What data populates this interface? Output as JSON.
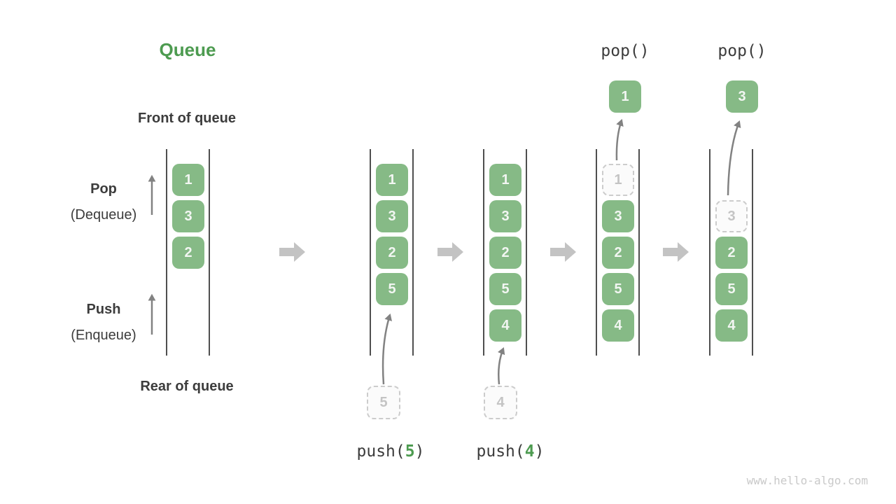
{
  "title": "Queue",
  "watermark": "www.hello-algo.com",
  "labels": {
    "front": "Front of queue",
    "rear": "Rear of queue",
    "pop_title": "Pop",
    "pop_sub": "(Dequeue)",
    "push_title": "Push",
    "push_sub": "(Enqueue)"
  },
  "colors": {
    "green_box": "#86BA86",
    "box_digit": "#F2F6F2",
    "green_text": "#4D9B50",
    "dark_text": "#3C3C3C",
    "ghost_bg": "#FBFBFB",
    "ghost_border": "#CCCCCC",
    "ghost_text": "#C4C4C4",
    "line_gray": "#4F4F4F",
    "curve_arrow": "#828282",
    "arrow_gray": "#C3C3C3",
    "watermark": "#C9C9C9"
  },
  "queues": [
    {
      "name": "state-1",
      "items": [
        {
          "v": "1"
        },
        {
          "v": "3"
        },
        {
          "v": "2"
        }
      ]
    },
    {
      "name": "state-2",
      "items": [
        {
          "v": "1"
        },
        {
          "v": "3"
        },
        {
          "v": "2"
        },
        {
          "v": "5"
        }
      ]
    },
    {
      "name": "state-3",
      "items": [
        {
          "v": "1"
        },
        {
          "v": "3"
        },
        {
          "v": "2"
        },
        {
          "v": "5"
        },
        {
          "v": "4"
        }
      ]
    },
    {
      "name": "state-4",
      "items": [
        {
          "v": "1",
          "ghost": true
        },
        {
          "v": "3"
        },
        {
          "v": "2"
        },
        {
          "v": "5"
        },
        {
          "v": "4"
        }
      ]
    },
    {
      "name": "state-5",
      "items": [
        {
          "empty": true
        },
        {
          "v": "3",
          "ghost": true
        },
        {
          "v": "2"
        },
        {
          "v": "5"
        },
        {
          "v": "4"
        }
      ]
    }
  ],
  "push_ops": [
    {
      "label_prefix": "push(",
      "arg": "5",
      "label_suffix": ")"
    },
    {
      "label_prefix": "push(",
      "arg": "4",
      "label_suffix": ")"
    }
  ],
  "pop_ops": [
    {
      "label": "pop()",
      "value": "1"
    },
    {
      "label": "pop()",
      "value": "3"
    }
  ]
}
